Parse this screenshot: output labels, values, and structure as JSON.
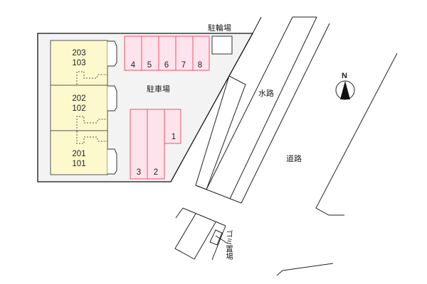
{
  "labels": {
    "bicycle_parking": "駐輪場",
    "parking_lot": "駐車場",
    "waterway": "水路",
    "road": "道路",
    "garbage": "ゴミ置場",
    "north": "N"
  },
  "buildings": [
    {
      "upper": "203",
      "lower": "103"
    },
    {
      "upper": "202",
      "lower": "102"
    },
    {
      "upper": "201",
      "lower": "101"
    }
  ],
  "parking_spaces": [
    "1",
    "2",
    "3",
    "4",
    "5",
    "6",
    "7",
    "8"
  ],
  "colors": {
    "lot": "#f3f3f3",
    "building": "#fdf9cc",
    "parking_fill": "#fde4ec",
    "parking_stroke": "#f0506e"
  }
}
